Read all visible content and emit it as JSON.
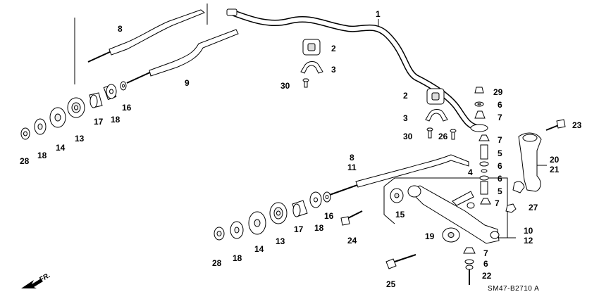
{
  "labels": {
    "n1": "1",
    "n2a": "2",
    "n2b": "2",
    "n3a": "3",
    "n3b": "3",
    "n4": "4",
    "n5a": "5",
    "n5b": "5",
    "n6a": "6",
    "n6b": "6",
    "n6c": "6",
    "n6d": "6",
    "n7a": "7",
    "n7b": "7",
    "n7c": "7",
    "n7d": "7",
    "n8a": "8",
    "n8b": "8",
    "n9": "9",
    "n10": "10",
    "n11": "11",
    "n12": "12",
    "n13a": "13",
    "n13b": "13",
    "n14a": "14",
    "n14b": "14",
    "n15": "15",
    "n16a": "16",
    "n16b": "16",
    "n17a": "17",
    "n17b": "17",
    "n18a": "18",
    "n18b": "18",
    "n18c": "18",
    "n18d": "18",
    "n19": "19",
    "n20": "20",
    "n21": "21",
    "n22": "22",
    "n23": "23",
    "n24": "24",
    "n25": "25",
    "n26": "26",
    "n27": "27",
    "n28a": "28",
    "n28b": "28",
    "n29": "29",
    "n30a": "30",
    "n30b": "30"
  },
  "direction_label": "FR.",
  "diagram_code": "SM47-B2710 A"
}
